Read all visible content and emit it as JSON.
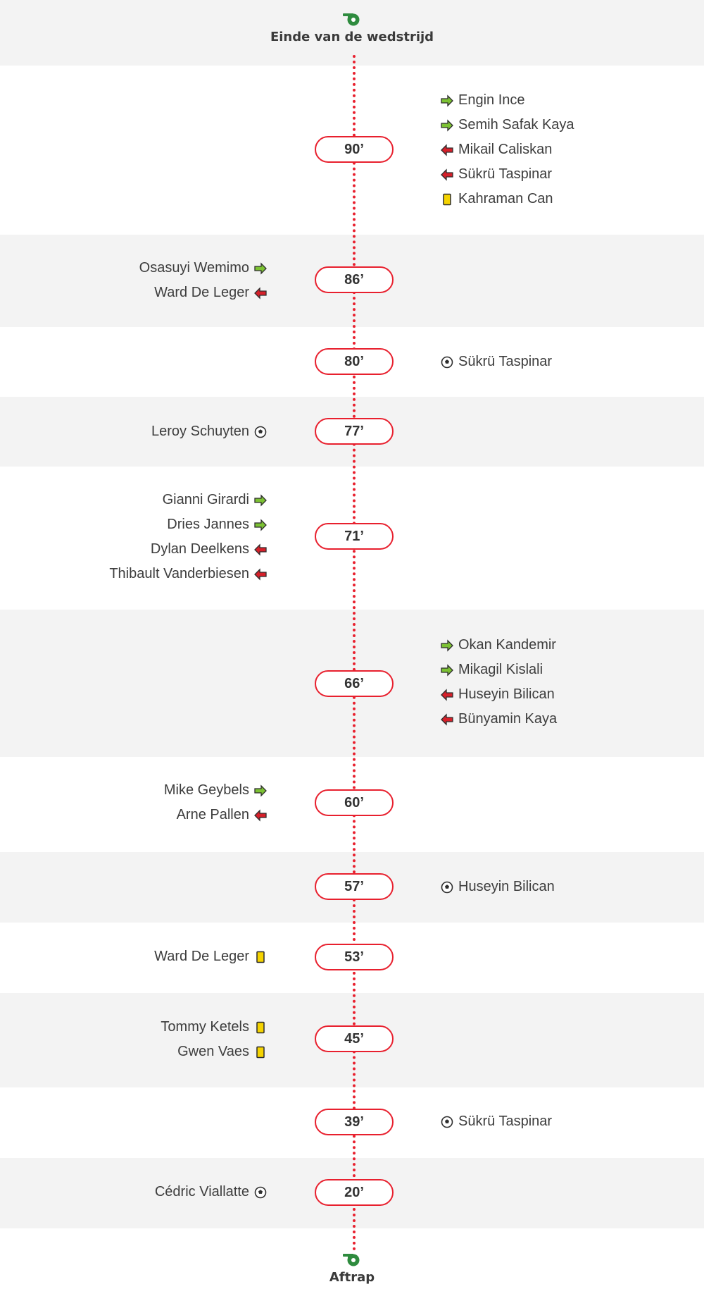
{
  "colors": {
    "accent_red": "#e8202e",
    "band_grey": "#f3f3f3",
    "sub_in_green": "#7cc233",
    "sub_out_red": "#d6202a",
    "card_yellow": "#f5d300",
    "whistle_green": "#2e8b3e"
  },
  "header": {
    "label": "Einde van de wedstrijd",
    "icon": "whistle-icon"
  },
  "footer": {
    "label": "Aftrap",
    "icon": "whistle-icon"
  },
  "rows": [
    {
      "minute": "90’",
      "side": "right",
      "events": [
        {
          "type": "sub-in",
          "player": "Engin Ince"
        },
        {
          "type": "sub-in",
          "player": "Semih Safak Kaya"
        },
        {
          "type": "sub-out",
          "player": "Mikail Caliskan"
        },
        {
          "type": "sub-out",
          "player": "Sükrü Taspinar"
        },
        {
          "type": "yellow-card",
          "player": "Kahraman Can"
        }
      ]
    },
    {
      "minute": "86’",
      "side": "left",
      "events": [
        {
          "type": "sub-in",
          "player": "Osasuyi Wemimo"
        },
        {
          "type": "sub-out",
          "player": "Ward De Leger"
        }
      ]
    },
    {
      "minute": "80’",
      "side": "right",
      "events": [
        {
          "type": "goal",
          "player": "Sükrü Taspinar"
        }
      ]
    },
    {
      "minute": "77’",
      "side": "left",
      "events": [
        {
          "type": "goal",
          "player": "Leroy Schuyten"
        }
      ]
    },
    {
      "minute": "71’",
      "side": "left",
      "events": [
        {
          "type": "sub-in",
          "player": "Gianni Girardi"
        },
        {
          "type": "sub-in",
          "player": "Dries Jannes"
        },
        {
          "type": "sub-out",
          "player": "Dylan Deelkens"
        },
        {
          "type": "sub-out",
          "player": "Thibault Vanderbiesen"
        }
      ]
    },
    {
      "minute": "66’",
      "side": "right",
      "events": [
        {
          "type": "sub-in",
          "player": "Okan Kandemir"
        },
        {
          "type": "sub-in",
          "player": "Mikagil Kislali"
        },
        {
          "type": "sub-out",
          "player": "Huseyin Bilican"
        },
        {
          "type": "sub-out",
          "player": "Bünyamin Kaya"
        }
      ]
    },
    {
      "minute": "60’",
      "side": "left",
      "events": [
        {
          "type": "sub-in",
          "player": "Mike Geybels"
        },
        {
          "type": "sub-out",
          "player": "Arne Pallen"
        }
      ]
    },
    {
      "minute": "57’",
      "side": "right",
      "events": [
        {
          "type": "goal",
          "player": "Huseyin Bilican"
        }
      ]
    },
    {
      "minute": "53’",
      "side": "left",
      "events": [
        {
          "type": "yellow-card",
          "player": "Ward De Leger"
        }
      ]
    },
    {
      "minute": "45’",
      "side": "left",
      "events": [
        {
          "type": "yellow-card",
          "player": "Tommy Ketels"
        },
        {
          "type": "yellow-card",
          "player": "Gwen Vaes"
        }
      ]
    },
    {
      "minute": "39’",
      "side": "right",
      "events": [
        {
          "type": "goal",
          "player": "Sükrü Taspinar"
        }
      ]
    },
    {
      "minute": "20’",
      "side": "left",
      "events": [
        {
          "type": "goal",
          "player": "Cédric Viallatte"
        }
      ]
    }
  ]
}
